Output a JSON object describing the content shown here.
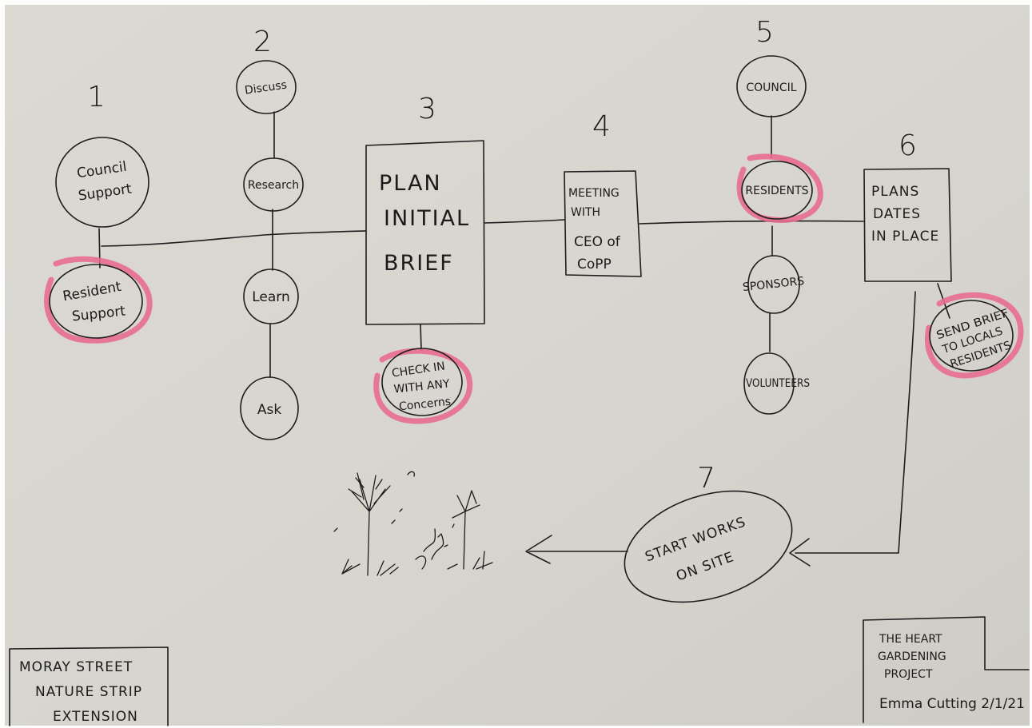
{
  "steps": {
    "s1": {
      "number": "1",
      "top_node": [
        "Council",
        "Support"
      ],
      "bottom_node": [
        "Resident",
        "Support"
      ]
    },
    "s2": {
      "number": "2",
      "nodes": [
        "Discuss",
        "Research",
        "Learn",
        "Ask"
      ]
    },
    "s3": {
      "number": "3",
      "box": [
        "PLAN",
        "INITIAL",
        "BRIEF"
      ],
      "check": [
        "CHECK IN",
        "WITH ANY",
        "Concerns"
      ]
    },
    "s4": {
      "number": "4",
      "box": [
        "MEETING",
        "WITH",
        "CEO of",
        "CoPP"
      ]
    },
    "s5": {
      "number": "5",
      "nodes": [
        "COUNCIL",
        "RESIDENTS",
        "SPONSORS",
        "VOLUNTEERS"
      ]
    },
    "s6": {
      "number": "6",
      "box": [
        "PLANS",
        "DATES",
        "IN PLACE"
      ],
      "send": [
        "SEND BRIEF",
        "TO LOCALS",
        "RESIDENTS"
      ]
    },
    "s7": {
      "number": "7",
      "oval": [
        "START WORKS",
        "ON SITE"
      ]
    }
  },
  "corner_left": [
    "MORAY STREET",
    "NATURE STRIP",
    "EXTENSION"
  ],
  "corner_right": [
    "THE HEART",
    "GARDENING",
    "PROJECT",
    "Emma Cutting 2/1/21"
  ],
  "colors": {
    "paper": "#d9d6d0",
    "ink": "#1d1d1d",
    "highlight": "#e86a8e"
  }
}
